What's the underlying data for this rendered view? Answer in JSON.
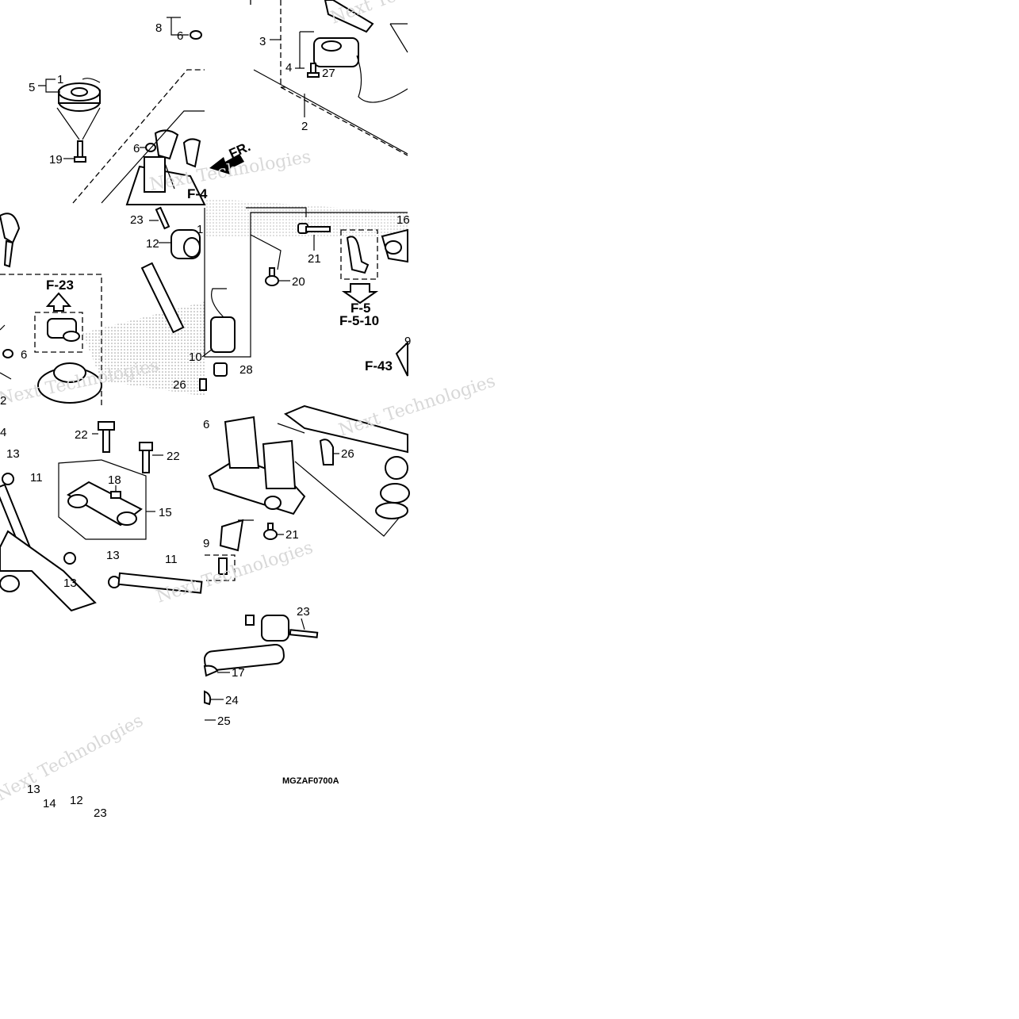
{
  "labels": {
    "l1a": "1",
    "l2": "2",
    "l3": "3",
    "l4": "4",
    "l5": "5",
    "l6a": "6",
    "l6b": "6",
    "l6c": "6",
    "l8": "8",
    "l9a": "9",
    "l9b": "9",
    "l10": "10",
    "l11a": "11",
    "l11b": "11",
    "l12a": "12",
    "l12b": "12",
    "l13a": "13",
    "l13b": "13",
    "l13c": "13",
    "l13d": "13",
    "l14a": "4",
    "l14b": "14",
    "l15": "15",
    "l16": "16",
    "l17": "17",
    "l18": "18",
    "l19": "19",
    "l20": "20",
    "l21a": "21",
    "l21b": "21",
    "l22a": "22",
    "l22b": "22",
    "l23a": "23",
    "l23b": "23",
    "l23c": "23",
    "l24": "24",
    "l25": "25",
    "l26a": "26",
    "l26b": "26",
    "l27": "27",
    "l28": "28",
    "l1b": "1",
    "l2b": "2",
    "l6d": "6"
  },
  "refs": {
    "f23": "F-23",
    "f5": "F-5",
    "f510": "F-5-10",
    "f43": "F-43",
    "fr": "FR.",
    "f4": "F-4"
  },
  "diagram_code": "MGZAF0700A",
  "watermark": "Next Technologies"
}
